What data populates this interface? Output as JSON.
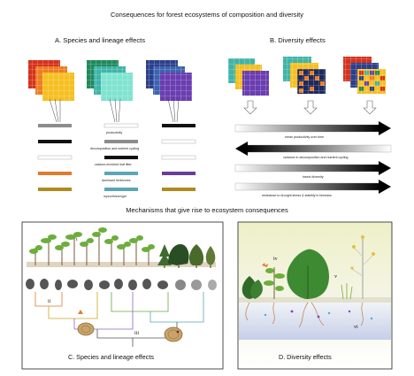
{
  "title": "Consequences for forest ecosystems of composition and diversity",
  "panelA": {
    "heading": "A. Species and lineage effects",
    "labels": [
      "productivity",
      "decomposition and nutrient cycling",
      "calcium-enriched leaf litter",
      "dominant herbivores",
      "mycorrhizal type"
    ],
    "stack_colors": [
      "#d6311d",
      "#1f8a5a",
      "#2c3f8c"
    ],
    "bar_colors": {
      "gray": "#8c8c8c",
      "black": "#111111",
      "orange": "#e07a2e",
      "teal": "#5aa6b8",
      "purple": "#6a3d9a",
      "gold": "#b08a1e"
    }
  },
  "panelB": {
    "heading": "B. Diversity effects",
    "labels": [
      "mean productivity over time",
      "variance in decomposition and nutrient cycling",
      "insect diversity",
      "resistance to drought stress & stability in biomass"
    ]
  },
  "mechanisms_title": "Mechanisms that give rise to ecosystem consequences",
  "panelC": {
    "caption": "C. Species and lineage effects",
    "markers": [
      "i",
      "ii",
      "iii"
    ]
  },
  "panelD": {
    "caption": "D. Diversity effects",
    "markers": [
      "iv",
      "v",
      "vi"
    ]
  }
}
